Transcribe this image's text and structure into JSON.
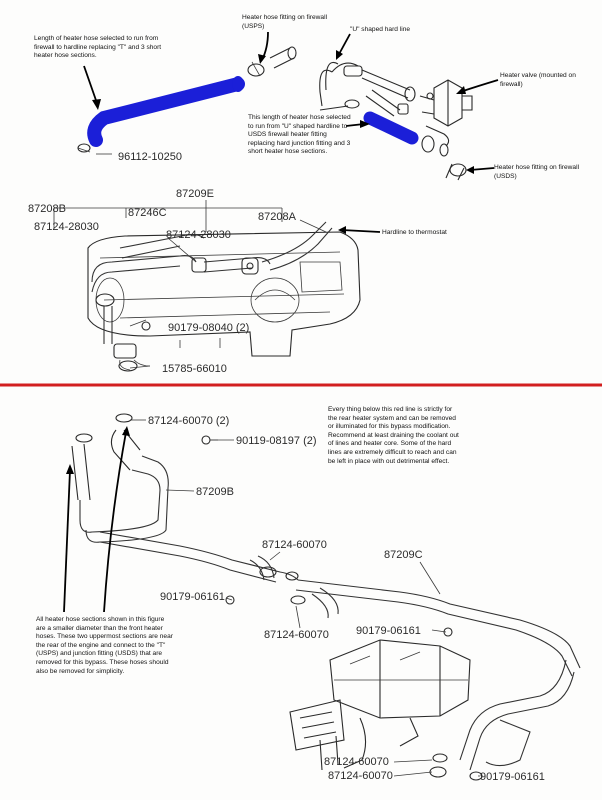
{
  "annotations": {
    "length_selected": "Length of heater hose selected to run from firewall to hardline replacing \"T\" and 3 short heater hose sections.",
    "fitting_usps": "Heater hose fitting on firewall (USPS)",
    "u_hardline": "\"U\" shaped hard line",
    "heater_valve": "Heater valve (mounted on firewall)",
    "length_u_to_usds": "This length of heater hose selected to run from \"U\" shaped hardline to USDS firewall heater fitting replacing hard junction fitting and 3 short heater hose sections.",
    "fitting_usds": "Heater hose fitting on firewall (USDS)",
    "hardline_thermostat": "Hardline to thermostat",
    "red_line_note": "Every thing below this red line is strictly for the rear heater system and can be removed or illuminated for this bypass modification. Recommend at least draining the coolant out of lines and heater core. Some of the hard lines are extremely difficult to reach and can be left in place with out detrimental effect.",
    "heater_hose_sections": "All heater hose sections shown in this figure are a smaller diameter than the front heater hoses. These two uppermost sections are near the rear of the engine and connect to the \"T\" (USPS) and junction fitting (USDS) that are removed for this bypass. These hoses should also be removed for simplicity."
  },
  "part_numbers": {
    "p96112": "96112-10250",
    "p87209E": "87209E",
    "p87208B": "87208B",
    "p87246C": "87246C",
    "p87208A": "87208A",
    "p87124_28030_a": "87124-28030",
    "p87124_28030_b": "87124-28030",
    "p90179_08040": "90179-08040 (2)",
    "p15785": "15785-66010",
    "p87124_60070_2": "87124-60070 (2)",
    "p90119_08197": "90119-08197 (2)",
    "p87209B": "87209B",
    "p87124_60070_a": "87124-60070",
    "p87209C": "87209C",
    "p90179_06161_a": "90179-06161",
    "p87124_60070_b": "87124-60070",
    "p90179_06161_b": "90179-06161",
    "p87124_60070_c": "87124-60070",
    "p87124_60070_d": "87124-60070",
    "p90179_06161_c": "90179-06161"
  },
  "colors": {
    "divider": "#d21f1f",
    "highlight_hose": "#1b1fd8",
    "pointer": "#000000"
  }
}
